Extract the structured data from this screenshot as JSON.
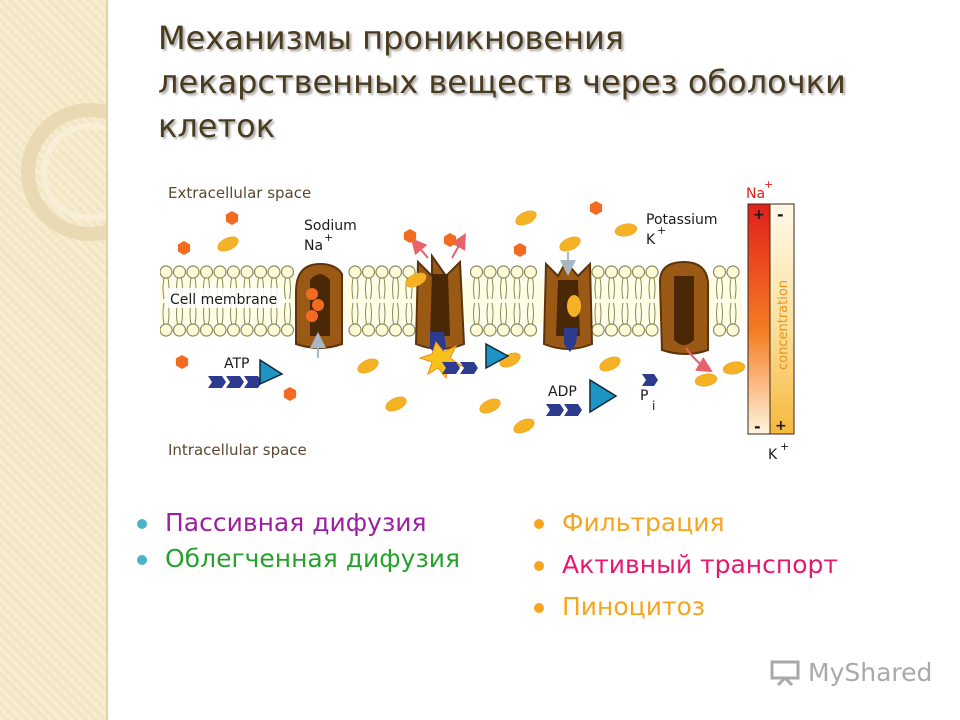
{
  "title": {
    "line1": "Механизмы проникновения",
    "line2": "лекарственных веществ через оболочки",
    "line3": "клеток"
  },
  "diagram": {
    "extracellular": "Extracellular space",
    "intracellular": "Intracellular space",
    "cell_membrane": "Cell membrane",
    "sodium": "Sodium",
    "na": "Na",
    "potassium": "Potassium",
    "k": "K",
    "plus": "+",
    "minus": "-",
    "atp": "ATP",
    "adp": "ADP",
    "p": "P",
    "i": "i",
    "concentration": "concentration",
    "bar_na": "Na",
    "bar_k": "K"
  },
  "left_list": [
    {
      "text": "Пассивная дифузия",
      "color": "#9b1fa0"
    },
    {
      "text": "Облегченная дифузия",
      "color": "#27a12e"
    }
  ],
  "right_list": [
    {
      "text": "Фильтрация",
      "color": "#f7a51e"
    },
    {
      "text": "Активный транспорт",
      "color": "#e8186e"
    },
    {
      "text": "Пиноцитоз",
      "color": "#f7a51e"
    }
  ],
  "colors": {
    "left_bullet": "#4ab3c8",
    "right_bullet": "#f7a51e",
    "title_text": "#4a3a1e",
    "sodium_ion": "#f26b21",
    "potassium_ion": "#f5b225",
    "pump": "#9a5a16",
    "phosphate": "#2d3b8e",
    "atp_triangle": "#1c95c4"
  },
  "watermark": {
    "text": "MyShared",
    "icon": "presentation-board-icon"
  }
}
